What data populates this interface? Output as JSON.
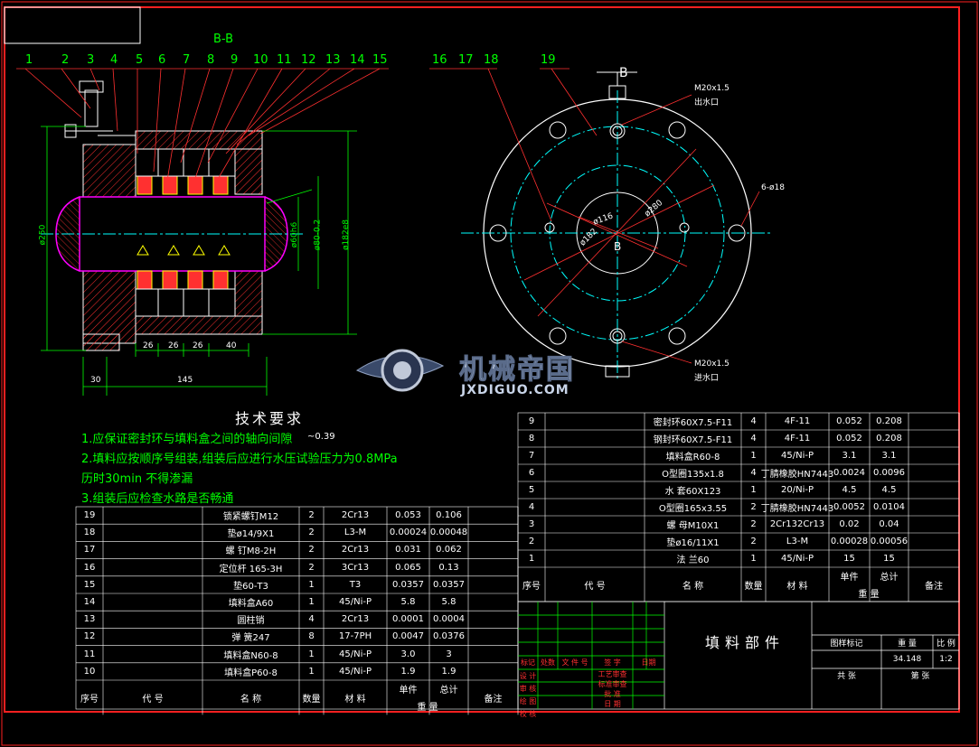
{
  "section_label": "B-B",
  "callouts_left": [
    "1",
    "2",
    "3",
    "4",
    "5",
    "6",
    "7",
    "8",
    "9",
    "10",
    "11",
    "12",
    "13",
    "14",
    "15"
  ],
  "callouts_right": [
    "16",
    "17",
    "18",
    "19"
  ],
  "view_label_b_top": "B",
  "view_label_b_center": "B",
  "dims": {
    "d250": "ø250",
    "d60": "ø60h6",
    "d80": "ø80-0.2",
    "d182": "ø182e8",
    "w26a": "26",
    "w26b": "26",
    "w26c": "26",
    "w40": "40",
    "w30": "30",
    "w145": "145",
    "hole": "6-ø18",
    "m20_top": "M20x1.5",
    "m20_top_sub": "出水口",
    "m20_bot": "M20x1.5",
    "m20_bot_sub": "进水口",
    "d116": "ø116",
    "d280": "ø280",
    "d182b": "ø182",
    "gap": "~0.39"
  },
  "tech_requirements": {
    "title": "技术要求",
    "items": [
      "1.应保证密封环与填料盒之间的轴向间隙",
      "2.填料应按顺序号组装,组装后应进行水压试验压力为0.8MPa",
      "   历时30min 不得渗漏",
      "3.组装后应检查水路是否畅通"
    ]
  },
  "watermark": {
    "brand": "机械帝国",
    "url": "JXDIGUO.COM"
  },
  "bom_left": {
    "rows": [
      [
        "19",
        "",
        "锁紧螺钉M12",
        "2",
        "2Cr13",
        "0.053",
        "0.106",
        ""
      ],
      [
        "18",
        "",
        "垫ø14/9X1",
        "2",
        "L3-M",
        "0.00024",
        "0.00048",
        ""
      ],
      [
        "17",
        "",
        "螺 钉M8-2H",
        "2",
        "2Cr13",
        "0.031",
        "0.062",
        ""
      ],
      [
        "16",
        "",
        "定位杆 165-3H",
        "2",
        "3Cr13",
        "0.065",
        "0.13",
        ""
      ],
      [
        "15",
        "",
        "垫60-T3",
        "1",
        "T3",
        "0.0357",
        "0.0357",
        ""
      ],
      [
        "14",
        "",
        "填料盒A60",
        "1",
        "45/Ni-P",
        "5.8",
        "5.8",
        ""
      ],
      [
        "13",
        "",
        "圆柱销",
        "4",
        "2Cr13",
        "0.0001",
        "0.0004",
        ""
      ],
      [
        "12",
        "",
        "弹 簧247",
        "8",
        "17-7PH",
        "0.0047",
        "0.0376",
        ""
      ],
      [
        "11",
        "",
        "填料盒N60-8",
        "1",
        "45/Ni-P",
        "3.0",
        "3",
        ""
      ],
      [
        "10",
        "",
        "填料盒P60-8",
        "1",
        "45/Ni-P",
        "1.9",
        "1.9",
        ""
      ]
    ],
    "header": {
      "seq": "序号",
      "code": "代 号",
      "name": "名 称",
      "qty": "数量",
      "mat": "材 料",
      "unit": "单件",
      "total": "总计",
      "weight": "重 量",
      "note": "备注"
    }
  },
  "bom_right": {
    "rows": [
      [
        "9",
        "",
        "密封环60X7.5-F11",
        "4",
        "4F-11",
        "0.052",
        "0.208",
        ""
      ],
      [
        "8",
        "",
        "钢封环60X7.5-F11",
        "4",
        "4F-11",
        "0.052",
        "0.208",
        ""
      ],
      [
        "7",
        "",
        "填料盒R60-8",
        "1",
        "45/Ni-P",
        "3.1",
        "3.1",
        ""
      ],
      [
        "6",
        "",
        "O型圈135x1.8",
        "4",
        "丁腈橡胶HN7443",
        "0.0024",
        "0.0096",
        ""
      ],
      [
        "5",
        "",
        "水 套60X123",
        "1",
        "20/Ni-P",
        "4.5",
        "4.5",
        ""
      ],
      [
        "4",
        "",
        "O型圈165x3.55",
        "2",
        "丁腈橡胶HN7443",
        "0.0052",
        "0.0104",
        ""
      ],
      [
        "3",
        "",
        "螺 母M10X1",
        "2",
        "2Cr132Cr13",
        "0.02",
        "0.04",
        ""
      ],
      [
        "2",
        "",
        "垫ø16/11X1",
        "2",
        "L3-M",
        "0.00028",
        "0.00056",
        ""
      ],
      [
        "1",
        "",
        "法 兰60",
        "1",
        "45/Ni-P",
        "15",
        "15",
        ""
      ]
    ],
    "header": {
      "seq": "序号",
      "code": "代 号",
      "name": "名 称",
      "qty": "数量",
      "mat": "材 料",
      "unit": "单件",
      "total": "总计",
      "weight": "重 量",
      "note": "备注"
    }
  },
  "title_block": {
    "part_title": "填料部件",
    "stage_label": "图样标记",
    "weight_label": "重 量",
    "scale_label": "比 例",
    "weight_value": "34.148",
    "scale_value": "1:2",
    "sheets_total": "共 张",
    "sheet_no": "第 张",
    "rev_headers": [
      "标记",
      "处数",
      "文 件 号",
      "签 字",
      "日期"
    ],
    "signers": [
      "设 计",
      "审 核",
      "绘 图",
      "校 核"
    ],
    "approvers": [
      "工艺审查",
      "标准审查",
      "批 准",
      "日 期"
    ]
  },
  "colors": {
    "border": "#ff2020",
    "white": "#ffffff",
    "green": "#00ff00",
    "cyan": "#00ffff",
    "yellow": "#ffff00",
    "magenta": "#ff00ff",
    "hatch": "#ff3030"
  }
}
